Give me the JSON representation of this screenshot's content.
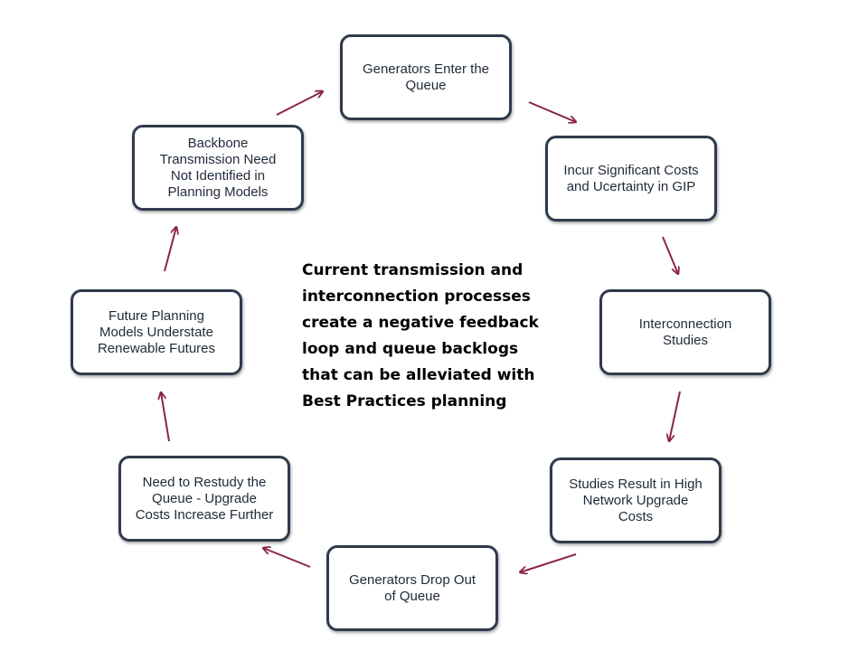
{
  "diagram": {
    "nodes": [
      {
        "id": "generators-enter",
        "label": "Generators Enter the\nQueue"
      },
      {
        "id": "incur-costs",
        "label": "Incur Significant Costs\nand Ucertainty in GIP"
      },
      {
        "id": "interconnection-studies",
        "label": "Interconnection\nStudies"
      },
      {
        "id": "high-upgrade-costs",
        "label": "Studies Result in High\nNetwork Upgrade\nCosts"
      },
      {
        "id": "generators-drop-out",
        "label": "Generators Drop Out\nof Queue"
      },
      {
        "id": "restudy-queue",
        "label": "Need to Restudy the\nQueue - Upgrade\nCosts Increase Further"
      },
      {
        "id": "future-planning",
        "label": "Future Planning\nModels Understate\nRenewable Futures"
      },
      {
        "id": "backbone-transmission",
        "label": "Backbone\nTransmission Need\nNot Identified in\nPlanning Models"
      }
    ],
    "edges": [
      {
        "from": "generators-enter",
        "to": "incur-costs"
      },
      {
        "from": "incur-costs",
        "to": "interconnection-studies"
      },
      {
        "from": "interconnection-studies",
        "to": "high-upgrade-costs"
      },
      {
        "from": "high-upgrade-costs",
        "to": "generators-drop-out"
      },
      {
        "from": "generators-drop-out",
        "to": "restudy-queue"
      },
      {
        "from": "restudy-queue",
        "to": "future-planning"
      },
      {
        "from": "future-planning",
        "to": "backbone-transmission"
      },
      {
        "from": "backbone-transmission",
        "to": "generators-enter"
      }
    ],
    "center_text": "Current transmission and\ninterconnection processes\ncreate a negative feedback\nloop and queue backlogs\nthat can be alleviated with\nBest Practices planning",
    "colors": {
      "arrow": "#8b2640",
      "node_border": "#2f3b4c",
      "node_text": "#1f2a38",
      "center_text": "#000000"
    }
  }
}
